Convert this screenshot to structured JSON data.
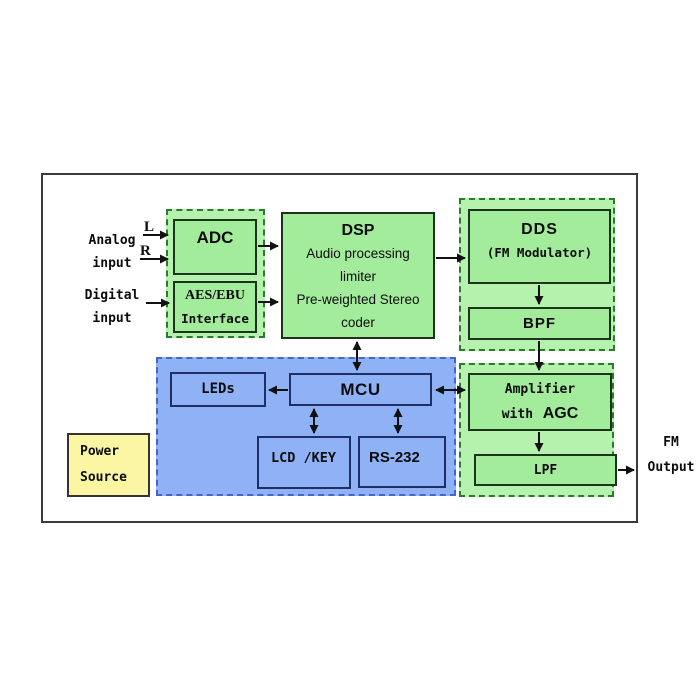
{
  "inputs": {
    "analog": {
      "line1": "Analog",
      "line2": "input",
      "channel_left": "L",
      "channel_right": "R"
    },
    "digital": {
      "line1": "Digital",
      "line2": "input"
    }
  },
  "output": {
    "line1": "FM",
    "line2": "Output"
  },
  "blocks": {
    "adc": {
      "label": "ADC"
    },
    "aes_ebu": {
      "line1": "AES/EBU",
      "line2": "Interface"
    },
    "dsp": {
      "title": "DSP",
      "lines": [
        "Audio processing",
        "limiter",
        "Pre-weighted Stereo",
        "coder"
      ]
    },
    "dds": {
      "title": "DDS",
      "subtitle": "(FM Modulator)"
    },
    "bpf": {
      "label": "BPF"
    },
    "mcu": {
      "label": "MCU"
    },
    "leds": {
      "label": "LEDs"
    },
    "lcd_key": {
      "label": "LCD /KEY"
    },
    "rs232": {
      "label": "RS-232"
    },
    "amplifier": {
      "line1": "Amplifier",
      "line2_prefix": "with",
      "line2_bold": "AGC"
    },
    "lpf": {
      "label": "LPF"
    },
    "power": {
      "line1": "Power",
      "line2": "Source"
    }
  },
  "colors": {
    "block_green": "#a2ec9c",
    "group_green": "#b4f2ae",
    "group_border": "#2c7a2c",
    "panel_blue": "#8fb1f5",
    "panel_border": "#4466cc",
    "blue_box_border": "#1e2f66",
    "power_yellow": "#faf6a3",
    "line_gray": "#3a3a3a",
    "arrow": "#111111"
  }
}
